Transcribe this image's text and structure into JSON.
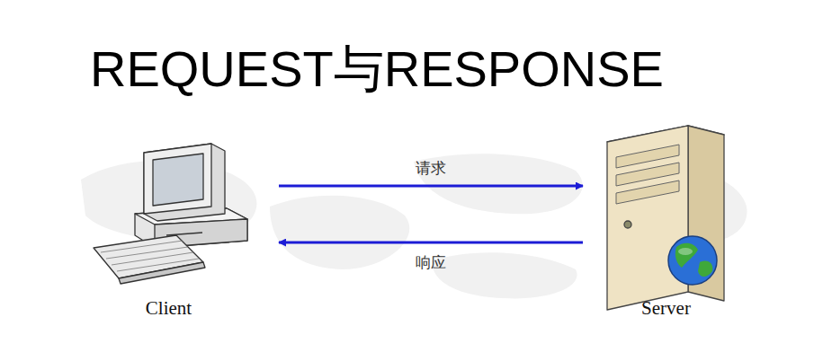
{
  "diagram": {
    "title": "REQUEST与RESPONSE",
    "nodes": [
      {
        "text": [
          "Client"
        ]
      },
      {
        "text": [
          "Server"
        ]
      }
    ],
    "edges": [
      {
        "from": 0,
        "to": 1,
        "label": "请求",
        "arrow": "to"
      },
      {
        "from": 1,
        "to": 0,
        "label": "响应",
        "arrow": "to"
      }
    ]
  }
}
